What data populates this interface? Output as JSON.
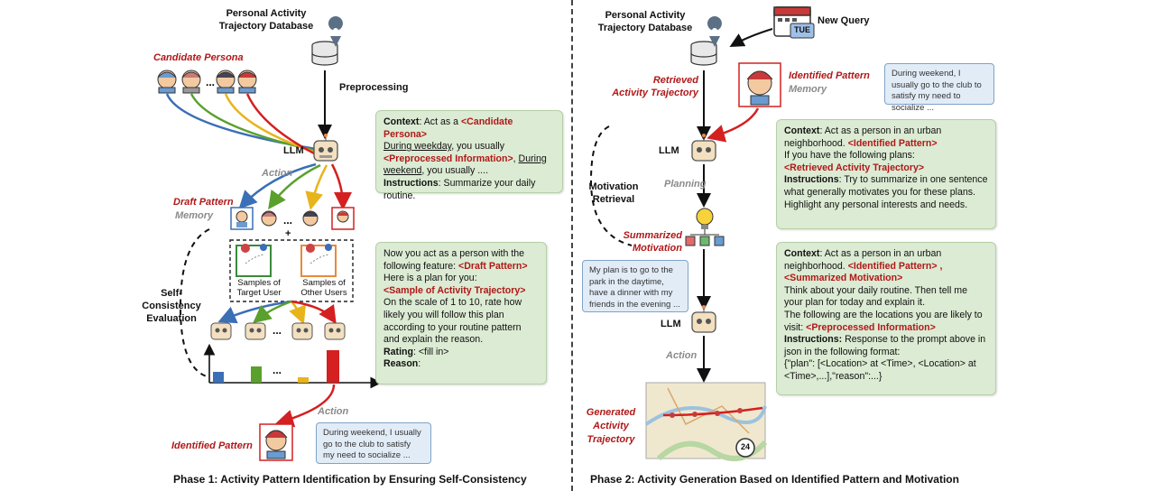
{
  "left": {
    "db_label": "Personal Activity\nTrajectory Database",
    "candidate_persona": "Candidate Persona",
    "preprocessing": "Preprocessing",
    "llm": "LLM",
    "action": "Action",
    "draft_pattern": "Draft Pattern",
    "memory": "Memory",
    "samples_target": "Samples of\nTarget User",
    "samples_other": "Samples of\nOther Users",
    "self_consistency": "Self-\nConsistency\nEvaluation",
    "action2": "Action",
    "identified_pattern": "Identified Pattern",
    "dots": "...",
    "plus": "+",
    "bubble1": {
      "context_label": "Context",
      "t1": ": Act as a ",
      "candidate_persona_tag": "<Candidate Persona>",
      "during_weekday": "During weekday",
      "t2": ", you usually",
      "preprocessed_tag": "<Preprocessed Information>",
      "t3": ", ",
      "during_weekend": "During weekend",
      "t4": ", you usually ....",
      "instructions_label": "Instructions",
      "t5": ": Summarize your daily routine."
    },
    "bubble2": {
      "t1": "Now you act as a person with the following feature: ",
      "draft_tag": "<Draft Pattern>",
      "t2": "Here is a plan for you:",
      "sample_tag": "<Sample of Activity Trajectory>",
      "t3": "On the scale of 1 to 10, rate how likely you will follow this plan according to your routine pattern and explain the reason.",
      "rating_label": "Rating",
      "rating_val": ": <fill in>",
      "reason_label": "Reason",
      "reason_val": ":"
    },
    "speech": "During weekend, I usually go to the club to satisfy my need to socialize ...",
    "phase_title": "Phase 1: Activity Pattern Identification by Ensuring Self-Consistency"
  },
  "right": {
    "db_label": "Personal Activity\nTrajectory Database",
    "new_query": "New Query",
    "calendar_day": "TUE",
    "retrieved": "Retrieved\nActivity Trajectory",
    "identified_pattern": "Identified Pattern",
    "memory": "Memory",
    "speech1": "During weekend, I usually go to the club to satisfy my need to socialize ...",
    "llm": "LLM",
    "planning": "Planning",
    "motivation_retrieval": "Motivation\nRetrieval",
    "summarized_motivation": "Summarized\nMotivation",
    "speech2": "My plan is to go to the park in the daytime, have a dinner with my friends in the evening ...",
    "llm2": "LLM",
    "action": "Action",
    "generated": "Generated\nActivity\nTrajectory",
    "clock": "24",
    "bubble1": {
      "context_label": "Context",
      "t1": ": Act as a person in an urban neighborhood. ",
      "identified_tag": "<Identified Pattern>",
      "t2": "If you have the following plans:",
      "retrieved_tag": "<Retrieved Activity Trajectory>",
      "instructions_label": "Instructions",
      "t3": ": Try to summarize in one sentence what generally motivates you for these plans. Highlight any personal interests and needs."
    },
    "bubble2": {
      "context_label": "Context",
      "t1": ": Act as a person in an urban neighborhood. ",
      "identified_tag": "<Identified Pattern> ,",
      "summarized_tag": "<Summarized Motivation>",
      "t2": "Think about your daily routine. Then tell me your plan for  today and explain it.",
      "t3": "The following are the locations you are likely to visit: ",
      "preprocessed_tag": "<Preprocessed Information>",
      "instructions_label": "Instructions:",
      "t4": " Response to the prompt above in json in the following format:",
      "t5": "{\"plan\": [<Location> at <Time>, <Location> at <Time>,...],\"reason\":...}"
    },
    "phase_title": "Phase 2:  Activity Generation Based on Identified Pattern and Motivation"
  },
  "colors": {
    "red": "#b01818",
    "green_bubble": "#dcebd3",
    "blue_bubble": "#e2ecf7",
    "line_blue": "#3b6fb6",
    "line_green": "#5aa02c",
    "line_yellow": "#e8b41c",
    "line_red": "#d42020"
  },
  "chart_data": {
    "type": "bar",
    "categories": [
      "",
      "",
      "",
      ""
    ],
    "values": [
      2,
      3,
      1,
      6
    ],
    "colors": [
      "#3b6fb6",
      "#5aa02c",
      "#e8b41c",
      "#d42020"
    ]
  }
}
